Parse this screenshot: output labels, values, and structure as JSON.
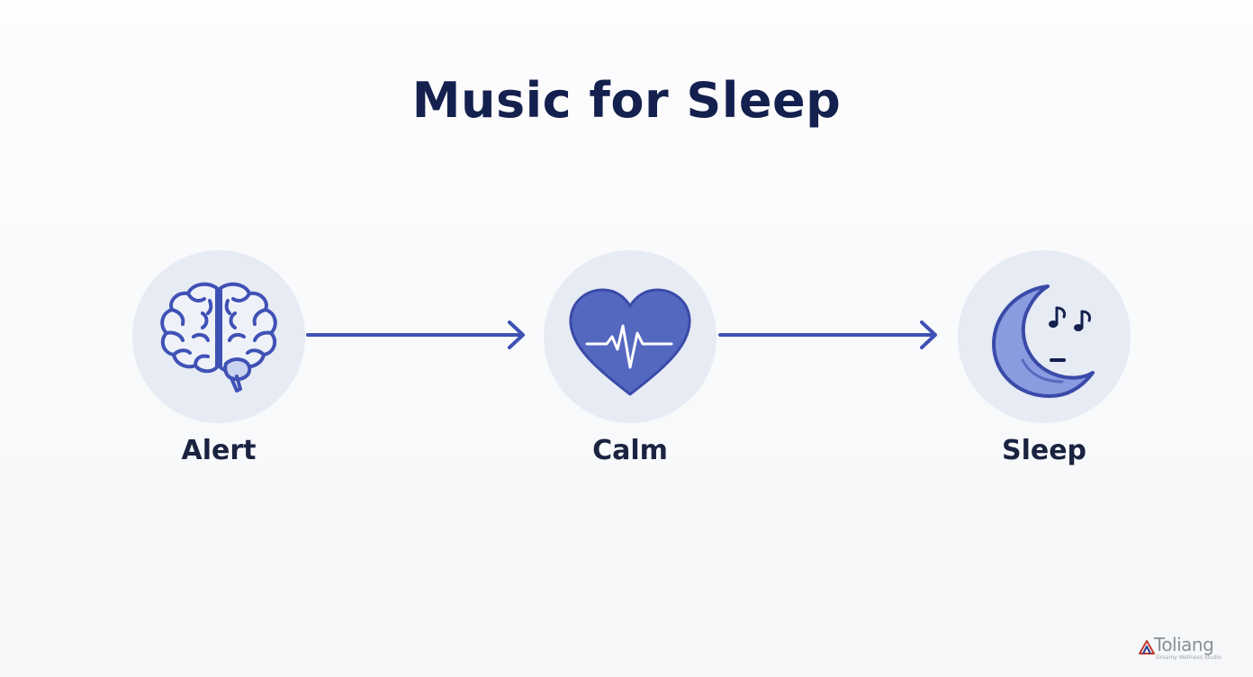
{
  "title": "Music for Sleep",
  "stages": [
    {
      "label": "Alert",
      "icon": "brain-icon"
    },
    {
      "label": "Calm",
      "icon": "heartbeat-icon"
    },
    {
      "label": "Sleep",
      "icon": "moon-music-icon"
    }
  ],
  "connectors": [
    "arrow-right-icon",
    "arrow-right-icon"
  ],
  "watermark": {
    "brand": "Toliang",
    "tagline": "Dreamy Wellness Studio"
  },
  "colors": {
    "title": "#14204e",
    "accent": "#3f51b5",
    "icon_fill": "#5468c0",
    "circle_bg": "#e6ebf4",
    "label": "#1a2340"
  }
}
